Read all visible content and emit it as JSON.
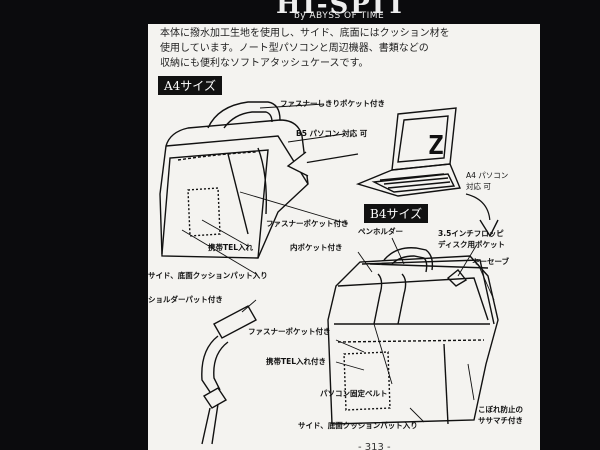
{
  "brand": {
    "title": "HI-SPIT",
    "byline": "by ABYSS OF TIME"
  },
  "intro": {
    "lines": [
      "本体に撥水加工生地を使用し、サイド、底面にはクッション材を",
      "使用しています。ノート型パソコンと周辺機器、書類などの",
      "収納にも便利なソフトアタッシュケースです。"
    ]
  },
  "a4": {
    "tag": "A4サイズ",
    "labels": {
      "zip_divider": "ファスナーしきりポケット付き",
      "b5_pc": "B5 パソコン 対応 可",
      "zip_pocket": "ファスナーポケット付き",
      "phone": "携帯TEL入れ",
      "cushion": "サイド、底面クッションパット入り",
      "shoulder": "ショルダーパット付き"
    }
  },
  "laptop": {
    "screen_letter": "Z",
    "label": "A4 パソコン\n対応 可"
  },
  "b4": {
    "tag": "B4サイズ",
    "labels": {
      "pen": "ペンホルダー",
      "inner": "内ポケット付き",
      "floppy": "3.5インチフロッピ\nディスク用ポケット",
      "key": "キーセーブ",
      "zip_pocket": "ファスナーポケット付き",
      "phone": "携帯TEL入れ付き",
      "pc_belt": "パソコン固定ベルト",
      "spill": "こぼれ防止の\nササマチ付き",
      "cushion": "サイド、底面クッションパット入り"
    }
  },
  "footer": {
    "text": "- 313 -"
  }
}
